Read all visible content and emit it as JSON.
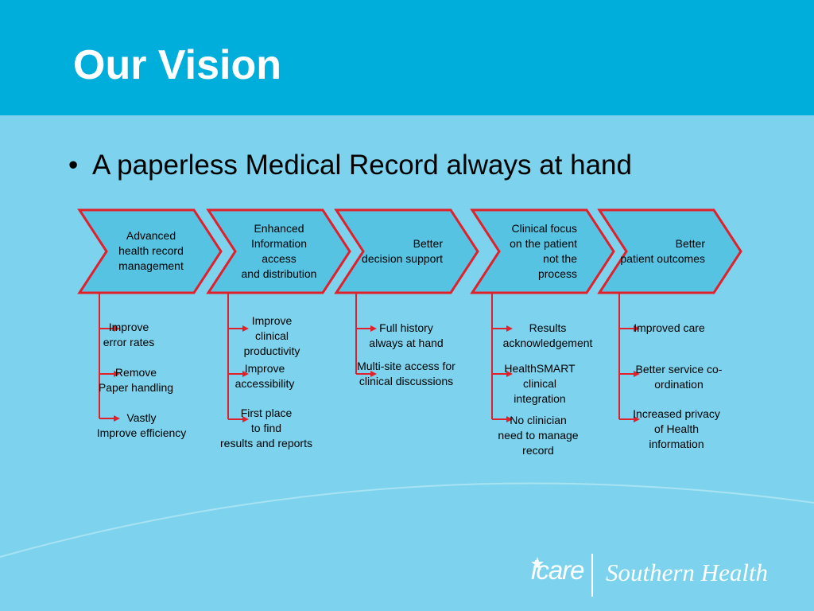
{
  "title": "Our Vision",
  "bullet": "A paperless Medical Record always at hand",
  "colors": {
    "header": "#00aedc",
    "background": "#7dd3ed",
    "chevron_fill": "#56c3e3",
    "chevron_stroke": "#e0202a",
    "connector": "#e0202a",
    "text_title": "#ffffff"
  },
  "columns": [
    {
      "heading": "Advanced\nhealth record\nmanagement",
      "items": [
        "Improve\nerror rates",
        "Remove\nPaper handling",
        "Vastly\nImprove efficiency"
      ]
    },
    {
      "heading": "Enhanced\nInformation\naccess\nand distribution",
      "items": [
        "Improve\nclinical\nproductivity",
        "Improve\naccessibility",
        "First place\nto find\nresults and reports"
      ]
    },
    {
      "heading": "Better\ndecision support",
      "items": [
        "Full history\nalways at hand",
        "Multi-site access for\nclinical discussions"
      ]
    },
    {
      "heading": "Clinical focus\non the patient\nnot the\nprocess",
      "items": [
        "Results\nacknowledgement",
        "HealthSMART\nclinical\nintegration",
        "No clinician\nneed to manage\nrecord"
      ]
    },
    {
      "heading": "Better\npatient outcomes",
      "items": [
        "Improved care",
        "Better service co-\nordination",
        "Increased privacy\nof Health\ninformation"
      ]
    }
  ],
  "logo": {
    "icare": "icare",
    "southern_health": "Southern Health",
    "icon": "star-person-icon"
  }
}
